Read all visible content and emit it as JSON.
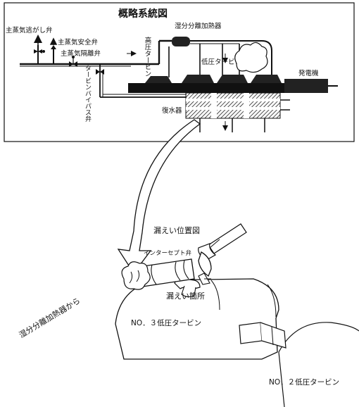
{
  "system_diagram": {
    "title": "概略系統図",
    "labels": {
      "main_steam_relief_valve": "主蒸気逃がし弁",
      "main_steam_safety_valve": "主蒸気安全弁",
      "main_steam_isolation_valve": "主蒸気隔離弁",
      "turbine_bypass_valve": "タービンバイパス弁",
      "hp_turbine": "高圧タービン",
      "moisture_separator_reheater": "湿分分離加熱器",
      "lp_turbine": "低圧タービン",
      "generator": "発電機",
      "condenser": "復水器"
    }
  },
  "leak_view": {
    "title": "漏えい位置図",
    "intercept_valve": "インターセプト弁",
    "leak_location": "漏えい箇所",
    "from_msr": "湿分分離加熱器から",
    "lp_turbine_3": "NO．３低圧タービン",
    "lp_turbine_2": "NO．２低圧タービン"
  }
}
